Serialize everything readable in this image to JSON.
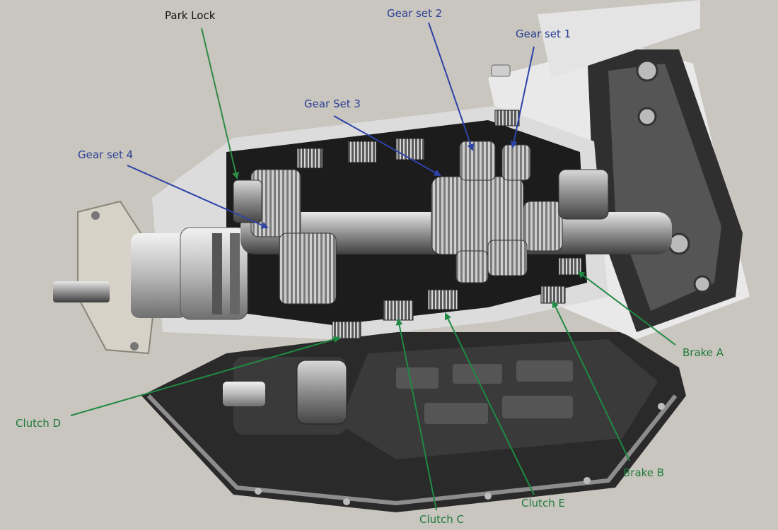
{
  "labels": {
    "park_lock": "Park Lock",
    "gear_set_1": "Gear set 1",
    "gear_set_2": "Gear set 2",
    "gear_set_3": "Gear Set 3",
    "gear_set_4": "Gear set 4",
    "brake_a": "Brake A",
    "brake_b": "Brake B",
    "clutch_c": "Clutch C",
    "clutch_d": "Clutch D",
    "clutch_e": "Clutch E"
  },
  "colors": {
    "background": "#c9c5bf",
    "black_label": "#111111",
    "blue_label": "#2b3f93",
    "green_label": "#1f7a3a",
    "blue_leader": "#2d43a8",
    "green_leader": "#1f8a43"
  }
}
